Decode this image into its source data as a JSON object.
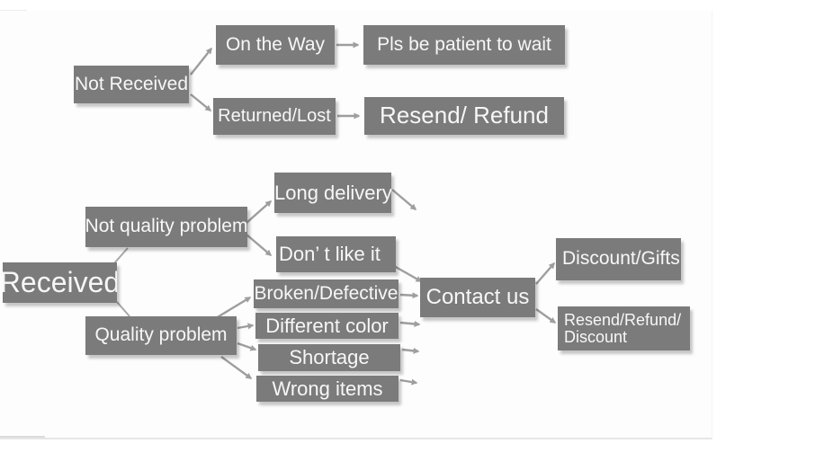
{
  "colors": {
    "box_background": "#7b7b7b",
    "box_text": "#f7f7f7",
    "arrow": "#9e9e9e",
    "photo_background": "#fdfdfd",
    "frame_edge": "#e6e6e6"
  },
  "nodes": {
    "not_received": {
      "label": "Not Received"
    },
    "on_the_way": {
      "label": "On the Way"
    },
    "pls_wait": {
      "label": "Pls be patient to wait"
    },
    "returned_lost": {
      "label": "Returned/Lost"
    },
    "resend_refund": {
      "label": "Resend/ Refund"
    },
    "received": {
      "label": "Received"
    },
    "not_quality_problem": {
      "label": "Not quality problem"
    },
    "quality_problem": {
      "label": "Quality problem"
    },
    "long_delivery": {
      "label": "Long delivery"
    },
    "dont_like_it": {
      "label": "Don’ t like it"
    },
    "broken_defective": {
      "label": "Broken/Defective"
    },
    "different_color": {
      "label": "Different color"
    },
    "shortage": {
      "label": "Shortage"
    },
    "wrong_items": {
      "label": "Wrong items"
    },
    "contact_us": {
      "label": "Contact us"
    },
    "discount_gifts": {
      "label": "Discount/Gifts"
    },
    "resend_refund_discount": {
      "label_line1": "Resend/Refund/",
      "label_line2": "Discount"
    }
  },
  "edges": [
    {
      "from": "Not Received",
      "to": "On the Way"
    },
    {
      "from": "Not Received",
      "to": "Returned/Lost"
    },
    {
      "from": "On the Way",
      "to": "Pls be patient to wait"
    },
    {
      "from": "Returned/Lost",
      "to": "Resend/ Refund"
    },
    {
      "from": "Received",
      "to": "Not quality problem"
    },
    {
      "from": "Received",
      "to": "Quality problem"
    },
    {
      "from": "Not quality problem",
      "to": "Long delivery"
    },
    {
      "from": "Not quality problem",
      "to": "Don’ t like it"
    },
    {
      "from": "Long delivery",
      "to": "Contact us"
    },
    {
      "from": "Don’ t like it",
      "to": "Contact us"
    },
    {
      "from": "Quality problem",
      "to": "Broken/Defective"
    },
    {
      "from": "Quality problem",
      "to": "Different color"
    },
    {
      "from": "Quality problem",
      "to": "Shortage"
    },
    {
      "from": "Quality problem",
      "to": "Wrong items"
    },
    {
      "from": "Broken/Defective",
      "to": "Contact us"
    },
    {
      "from": "Different color",
      "to": "Contact us"
    },
    {
      "from": "Shortage",
      "to": "Contact us"
    },
    {
      "from": "Wrong items",
      "to": "Contact us"
    },
    {
      "from": "Contact us",
      "to": "Discount/Gifts"
    },
    {
      "from": "Contact us",
      "to": "Resend/Refund/ Discount"
    }
  ]
}
